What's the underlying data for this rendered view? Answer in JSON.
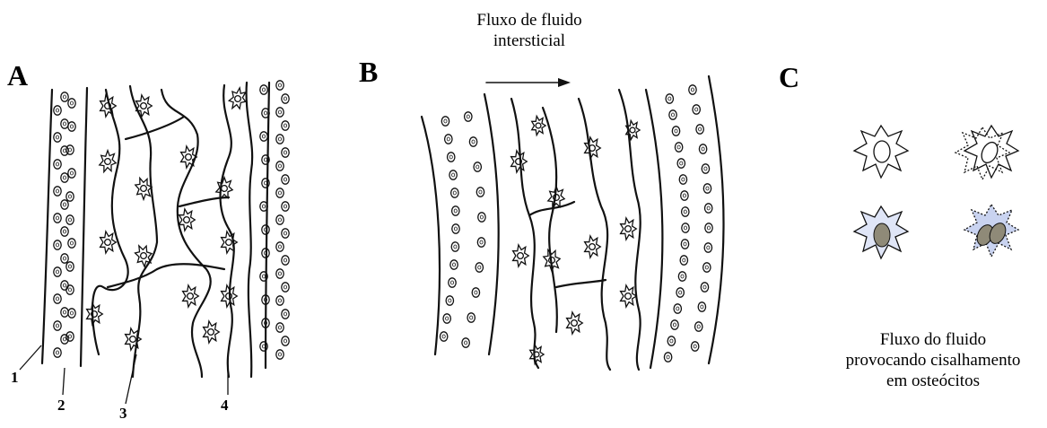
{
  "panels": {
    "a": {
      "letter": "A",
      "labels": [
        "1",
        "2",
        "3",
        "4"
      ]
    },
    "b": {
      "letter": "B",
      "flow_title_line1": "Fluxo de fluido",
      "flow_title_line2": "intersticial"
    },
    "c": {
      "letter": "C",
      "caption_line1": "Fluxo do fluido",
      "caption_line2": "provocando cisalhamento",
      "caption_line3": "em osteócitos"
    }
  },
  "colors": {
    "nucleus_fill": "#8f8a78",
    "halo_fill": "#c9d3f0"
  }
}
